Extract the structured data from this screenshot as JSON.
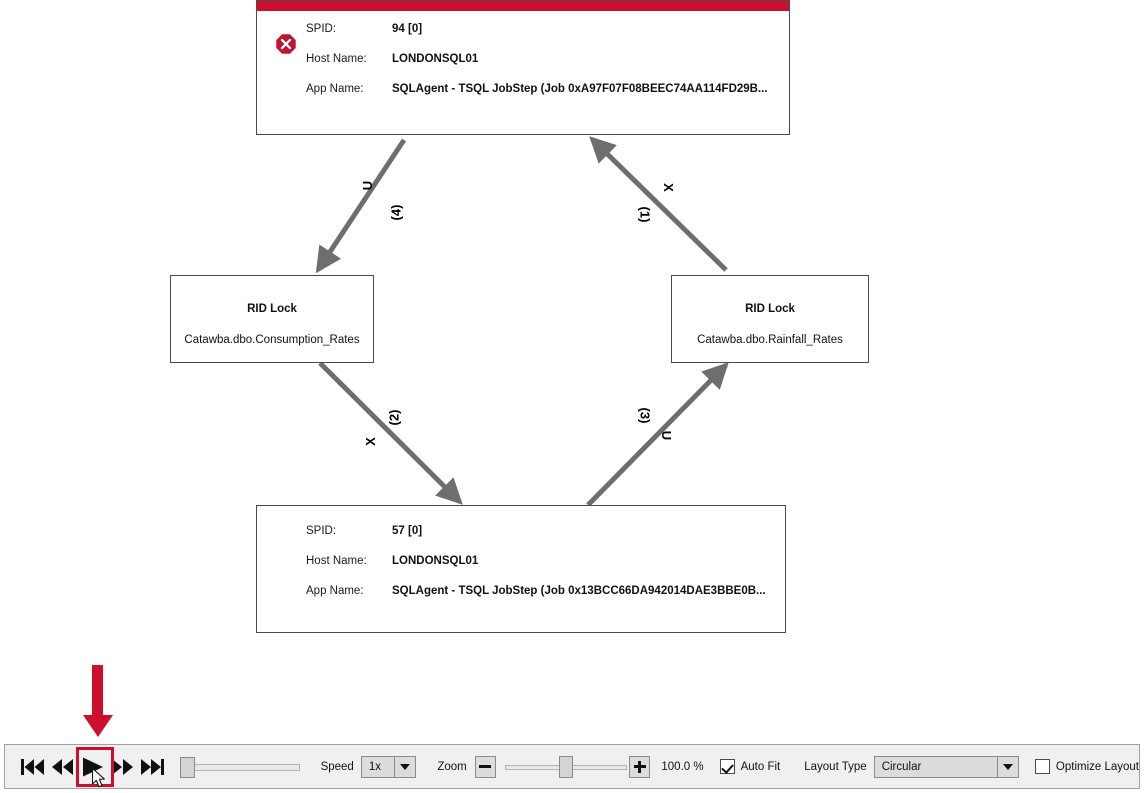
{
  "graph": {
    "nodes": [
      {
        "id": "spid94",
        "type": "process",
        "is_victim": true,
        "victim_icon": "error-octagon-icon",
        "header_color": "#ce0e2d",
        "rows": [
          {
            "label": "SPID:",
            "value": "94 [0]"
          },
          {
            "label": "Host Name:",
            "value": "LONDONSQL01"
          },
          {
            "label": "App Name:",
            "value": "SQLAgent - TSQL JobStep (Job 0xA97F07F08BEEC74AA114FD29B..."
          }
        ]
      },
      {
        "id": "spid57",
        "type": "process",
        "is_victim": false,
        "rows": [
          {
            "label": "SPID:",
            "value": "57 [0]"
          },
          {
            "label": "Host Name:",
            "value": "LONDONSQL01"
          },
          {
            "label": "App Name:",
            "value": "SQLAgent - TSQL JobStep (Job 0x13BCC66DA942014DAE3BBE0B..."
          }
        ]
      },
      {
        "id": "rid_consumption",
        "type": "resource",
        "title": "RID Lock",
        "subtitle": "Catawba.dbo.Consumption_Rates"
      },
      {
        "id": "rid_rainfall",
        "type": "resource",
        "title": "RID Lock",
        "subtitle": "Catawba.dbo.Rainfall_Rates"
      }
    ],
    "edges": [
      {
        "from": "spid94",
        "to": "rid_consumption",
        "mode": "U",
        "order": "(4)"
      },
      {
        "from": "rid_consumption",
        "to": "spid57",
        "mode": "X",
        "order": "(2)"
      },
      {
        "from": "spid57",
        "to": "rid_rainfall",
        "mode": "U",
        "order": "(3)"
      },
      {
        "from": "rid_rainfall",
        "to": "spid94",
        "mode": "X",
        "order": "(1)"
      }
    ],
    "edge_color": "#6e6e6e"
  },
  "annotation": {
    "arrow_color": "#ce0e2d",
    "highlight_color": "#ce0e2d",
    "points_at": "play-button"
  },
  "toolbar": {
    "buttons": [
      {
        "name": "skip-to-start-button",
        "icon": "skip-backward-icon"
      },
      {
        "name": "step-backward-button",
        "icon": "rewind-icon"
      },
      {
        "name": "play-button",
        "icon": "play-icon",
        "highlighted": true
      },
      {
        "name": "step-forward-button",
        "icon": "fast-forward-icon"
      },
      {
        "name": "skip-to-end-button",
        "icon": "skip-forward-icon"
      }
    ],
    "timeline": {
      "position_percent": 0
    },
    "speed_label": "Speed",
    "speed_value": "1x",
    "zoom_label": "Zoom",
    "zoom_minus_icon": "minus-icon",
    "zoom_plus_icon": "plus-icon",
    "zoom_value": "100.0 %",
    "zoom_slider_percent": 50,
    "auto_fit_label": "Auto Fit",
    "auto_fit_checked": true,
    "layout_type_label": "Layout Type",
    "layout_type_value": "Circular",
    "optimize_layout_label": "Optimize Layout",
    "optimize_layout_checked": false
  }
}
